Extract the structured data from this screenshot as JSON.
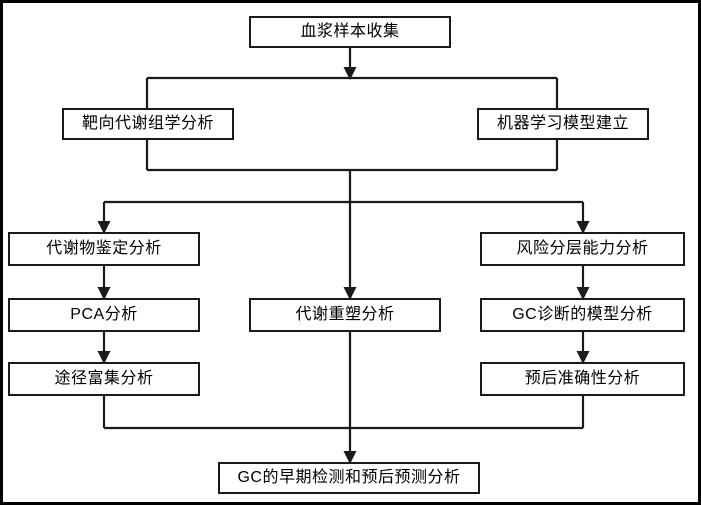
{
  "figure": {
    "type": "flowchart",
    "orientation": "top-to-bottom",
    "language": "zh-CN",
    "border_color": "#000000",
    "node_border_color": "#1a1a1a",
    "node_fill_color": "#ffffff",
    "connector_color": "#1a1a1a"
  },
  "nodes": {
    "plasma_sample_collection": "血浆样本收集",
    "targeted_metabolomics": "靶向代谢组学分析",
    "machine_learning_model": "机器学习模型建立",
    "metabolite_identification": "代谢物鉴定分析",
    "metabolic_remodeling": "代谢重塑分析",
    "risk_stratification": "风险分层能力分析",
    "pca_analysis": "PCA分析",
    "gc_diagnostic_model": "GC诊断的模型分析",
    "pathway_enrichment": "途径富集分析",
    "prognostic_accuracy": "预后准确性分析",
    "gc_early_detection_outcome": "GC的早期检测和预后预测分析"
  },
  "edges": [
    {
      "from": "plasma_sample_collection",
      "to": "targeted_metabolomics",
      "style": "split-bus"
    },
    {
      "from": "plasma_sample_collection",
      "to": "machine_learning_model",
      "style": "split-bus"
    },
    {
      "from": "targeted_metabolomics",
      "to": "metabolite_identification",
      "style": "merge-split-bus"
    },
    {
      "from": "targeted_metabolomics",
      "to": "metabolic_remodeling",
      "style": "merge-split-bus"
    },
    {
      "from": "machine_learning_model",
      "to": "risk_stratification",
      "style": "merge-split-bus"
    },
    {
      "from": "metabolite_identification",
      "to": "pca_analysis",
      "style": "straight-arrow"
    },
    {
      "from": "pca_analysis",
      "to": "pathway_enrichment",
      "style": "straight-arrow"
    },
    {
      "from": "risk_stratification",
      "to": "gc_diagnostic_model",
      "style": "straight-arrow"
    },
    {
      "from": "gc_diagnostic_model",
      "to": "prognostic_accuracy",
      "style": "straight-arrow"
    },
    {
      "from": "pathway_enrichment",
      "to": "gc_early_detection_outcome",
      "style": "merge-bus"
    },
    {
      "from": "metabolic_remodeling",
      "to": "gc_early_detection_outcome",
      "style": "straight-arrow"
    },
    {
      "from": "prognostic_accuracy",
      "to": "gc_early_detection_outcome",
      "style": "merge-bus"
    }
  ]
}
